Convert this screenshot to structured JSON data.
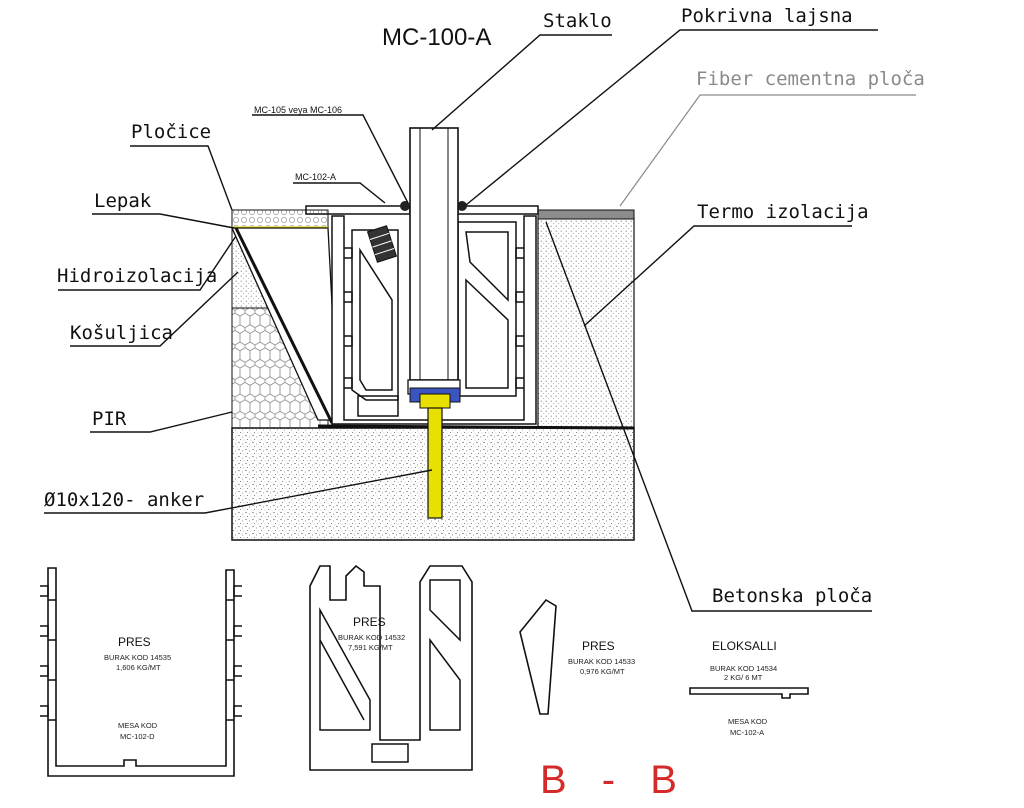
{
  "title": "MC-100-A",
  "section_mark": "B - B",
  "callouts": {
    "staklo": "Staklo",
    "pokrivna": "Pokrivna lajsna",
    "fiber": "Fiber cementna ploča",
    "plocice": "Pločice",
    "lepak": "Lepak",
    "hidro": "Hidroizolacija",
    "kosuljica": "Košuljica",
    "pir": "PIR",
    "termo": "Termo izolacija",
    "anker": "Ø10x120- anker",
    "betonska": "Betonska ploča",
    "mc105": "MC-105 veya MC-106",
    "mc102": "MC-102-A"
  },
  "parts": [
    {
      "method": "PRES",
      "code": "BURAK KOD 14535",
      "weight": "1,606 KG/MT",
      "mesa_label": "MESA KOD",
      "mesa_code": "MC-102-D"
    },
    {
      "method": "PRES",
      "code": "BURAK KOD 14532",
      "weight": "7,591 KG/MT"
    },
    {
      "method": "PRES",
      "code": "BURAK KOD 14533",
      "weight": "0,976 KG/MT"
    },
    {
      "method": "ELOKSALLI",
      "code": "BURAK KOD 14534",
      "weight": "2 KG/ 6 MT",
      "mesa_label": "MESA KOD",
      "mesa_code": "MC-102-A"
    }
  ],
  "colors": {
    "anchor": "#e8e000",
    "section_mark": "#d42a2a",
    "fiber_board": "#8c8c8c",
    "gray_label": "#8a8a8a"
  }
}
